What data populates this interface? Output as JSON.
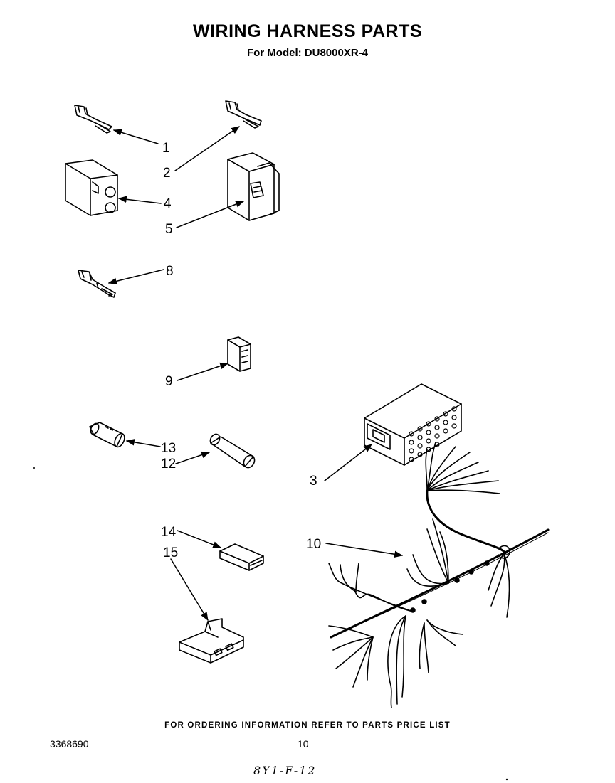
{
  "header": {
    "title": "WIRING HARNESS PARTS",
    "subtitle": "For Model: DU8000XR-4"
  },
  "callouts": {
    "p1": "1",
    "p2": "2",
    "p3": "3",
    "p4": "4",
    "p5": "5",
    "p8": "8",
    "p9": "9",
    "p10": "10",
    "p12": "12",
    "p13": "13",
    "p14": "14",
    "p15": "15"
  },
  "footer": {
    "note": "FOR ORDERING INFORMATION REFER TO PARTS PRICE LIST",
    "doc_number": "3368690",
    "page_number": "10",
    "handwritten": "8Y1-F-12"
  }
}
